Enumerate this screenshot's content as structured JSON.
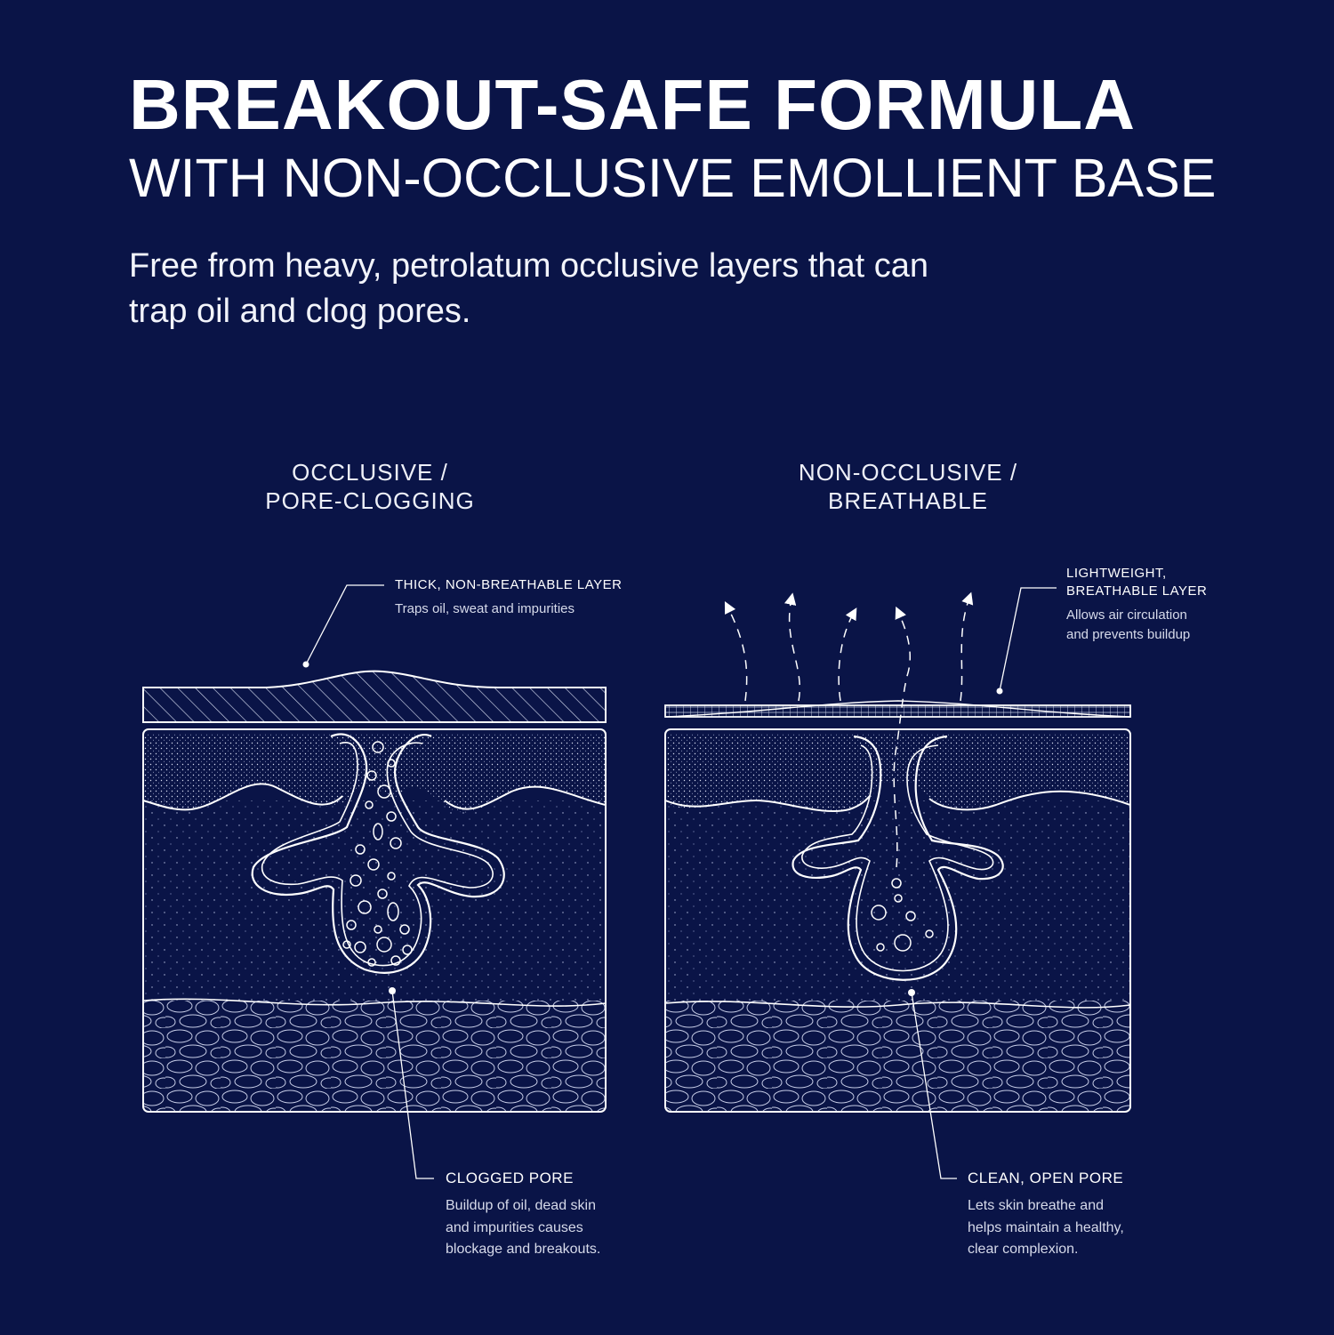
{
  "header": {
    "headline": "BREAKOUT-SAFE FORMULA",
    "subheadline": "WITH NON-OCCLUSIVE EMOLLIENT BASE",
    "lede": "Free from heavy, petrolatum occlusive layers that can trap oil and clog pores."
  },
  "left_panel": {
    "title_line1": "OCCLUSIVE /",
    "title_line2": "PORE-CLOGGING",
    "layer_callout": {
      "title": "THICK, NON-BREATHABLE LAYER",
      "body": "Traps oil, sweat and impurities"
    },
    "pore_callout": {
      "title": "CLOGGED PORE",
      "body_line1": "Buildup of oil, dead skin",
      "body_line2": "and impurities causes",
      "body_line3": "blockage and breakouts."
    }
  },
  "right_panel": {
    "title_line1": "NON-OCCLUSIVE /",
    "title_line2": "BREATHABLE",
    "layer_callout": {
      "title_line1": "LIGHTWEIGHT,",
      "title_line2": "BREATHABLE LAYER",
      "body_line1": "Allows air circulation",
      "body_line2": "and prevents buildup"
    },
    "pore_callout": {
      "title": "CLEAN, OPEN PORE",
      "body_line1": "Lets skin breathe and",
      "body_line2": "helps maintain a healthy,",
      "body_line3": "clear complexion."
    }
  },
  "colors": {
    "background": "#0a1447",
    "line": "#ffffff"
  }
}
